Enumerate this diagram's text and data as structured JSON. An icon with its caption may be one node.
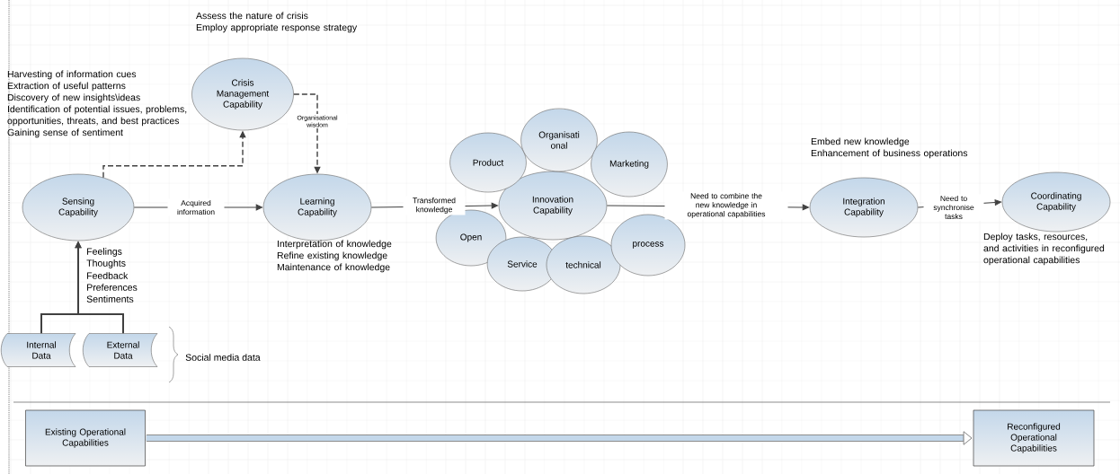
{
  "diagram": {
    "nodes": [
      {
        "text": [
          "Crisis Management Capability"
        ],
        "beside": [
          "Assess the nature of crisis",
          "Employ appropriate response strategy"
        ]
      },
      {
        "text": [
          "Sensing Capability"
        ],
        "beside": [
          "Harvesting of information cues",
          "Extraction of useful patterns",
          "Discovery of new insights\\ideas",
          "Identification of potential issues, problems, opportunities, threats, and best practices",
          "Gaining sense of sentiment"
        ]
      },
      {
        "text": [
          "Learning Capability"
        ],
        "beside": [
          "Interpretation of knowledge",
          "Refine existing  knowledge",
          "Maintenance of knowledge"
        ]
      },
      {
        "text": [
          "Innovation Capability"
        ]
      },
      {
        "text": [
          "Product"
        ]
      },
      {
        "text": [
          "Organisati onal"
        ]
      },
      {
        "text": [
          "Marketing"
        ]
      },
      {
        "text": [
          "Open"
        ]
      },
      {
        "text": [
          "Service"
        ]
      },
      {
        "text": [
          "technical"
        ]
      },
      {
        "text": [
          "process"
        ]
      },
      {
        "text": [
          "Integration Capability"
        ],
        "beside": [
          "Embed new knowledge",
          "Enhancement of business operations"
        ]
      },
      {
        "text": [
          "Coordinating Capability"
        ],
        "beside": [
          "Deploy tasks, resources, and activities in reconfigured operational capabilities"
        ]
      },
      {
        "text": [
          "Internal Data"
        ]
      },
      {
        "text": [
          "External Data"
        ]
      },
      {
        "text": [
          "Existing Operational Capabilities"
        ]
      },
      {
        "text": [
          "Reconfigured Operational Capabilities"
        ]
      }
    ],
    "edges": [
      {
        "from": 1,
        "to": 0,
        "arrow": "to",
        "style": "dashed"
      },
      {
        "from": 0,
        "to": 2,
        "arrow": "to",
        "style": "dashed",
        "label": "Organisational wisdom"
      },
      {
        "from": 1,
        "to": 2,
        "arrow": "to",
        "label": "Acquired information"
      },
      {
        "from": 2,
        "to": 3,
        "arrow": "to",
        "label": "Transformed knowledge"
      },
      {
        "from": 3,
        "to": 11,
        "arrow": "to",
        "label": "Need to combine the new knowledge in operational capabilities"
      },
      {
        "from": 11,
        "to": 12,
        "arrow": "to",
        "label": "Need to synchronise tasks"
      },
      {
        "from": 13,
        "to": 1,
        "arrow": "to"
      },
      {
        "from": 14,
        "to": 1,
        "arrow": "to"
      },
      {
        "from": 15,
        "to": 16,
        "arrow": "to",
        "style": "thick"
      }
    ],
    "labels": [
      "Feelings",
      "Thoughts",
      "Feedback",
      "Preferences",
      "Sentiments",
      "Social media data"
    ]
  }
}
